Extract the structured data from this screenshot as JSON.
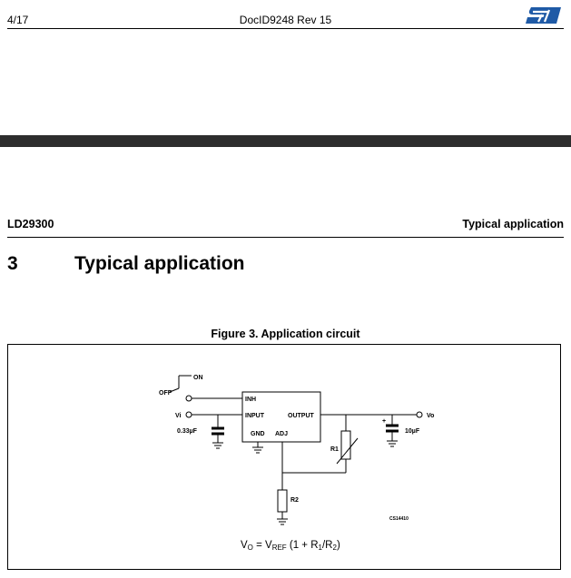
{
  "header": {
    "page_number": "4/17",
    "doc_id": "DocID9248 Rev 15",
    "logo": {
      "icon": "st-logo-icon",
      "color": "#1f5aa6"
    }
  },
  "section_header": {
    "product": "LD29300",
    "section": "Typical application"
  },
  "section": {
    "number": "3",
    "title": "Typical application"
  },
  "figure": {
    "caption": "Figure 3. Application circuit",
    "labels": {
      "on": "ON",
      "off": "OFF",
      "vi": "Vi",
      "vo": "Vo",
      "inh": "INH",
      "input": "INPUT",
      "output": "OUTPUT",
      "gnd": "GND",
      "adj": "ADJ",
      "cin": "0.33µF",
      "cout": "10µF",
      "plus": "+",
      "r1": "R1",
      "r2": "R2",
      "code": "CS14410"
    },
    "formula": {
      "v": "V",
      "o": "O",
      "eq": " = V",
      "ref": "REF",
      "open": " (1 + R",
      "one": "1",
      "slash": "/R",
      "two": "2",
      "close": ")"
    }
  }
}
